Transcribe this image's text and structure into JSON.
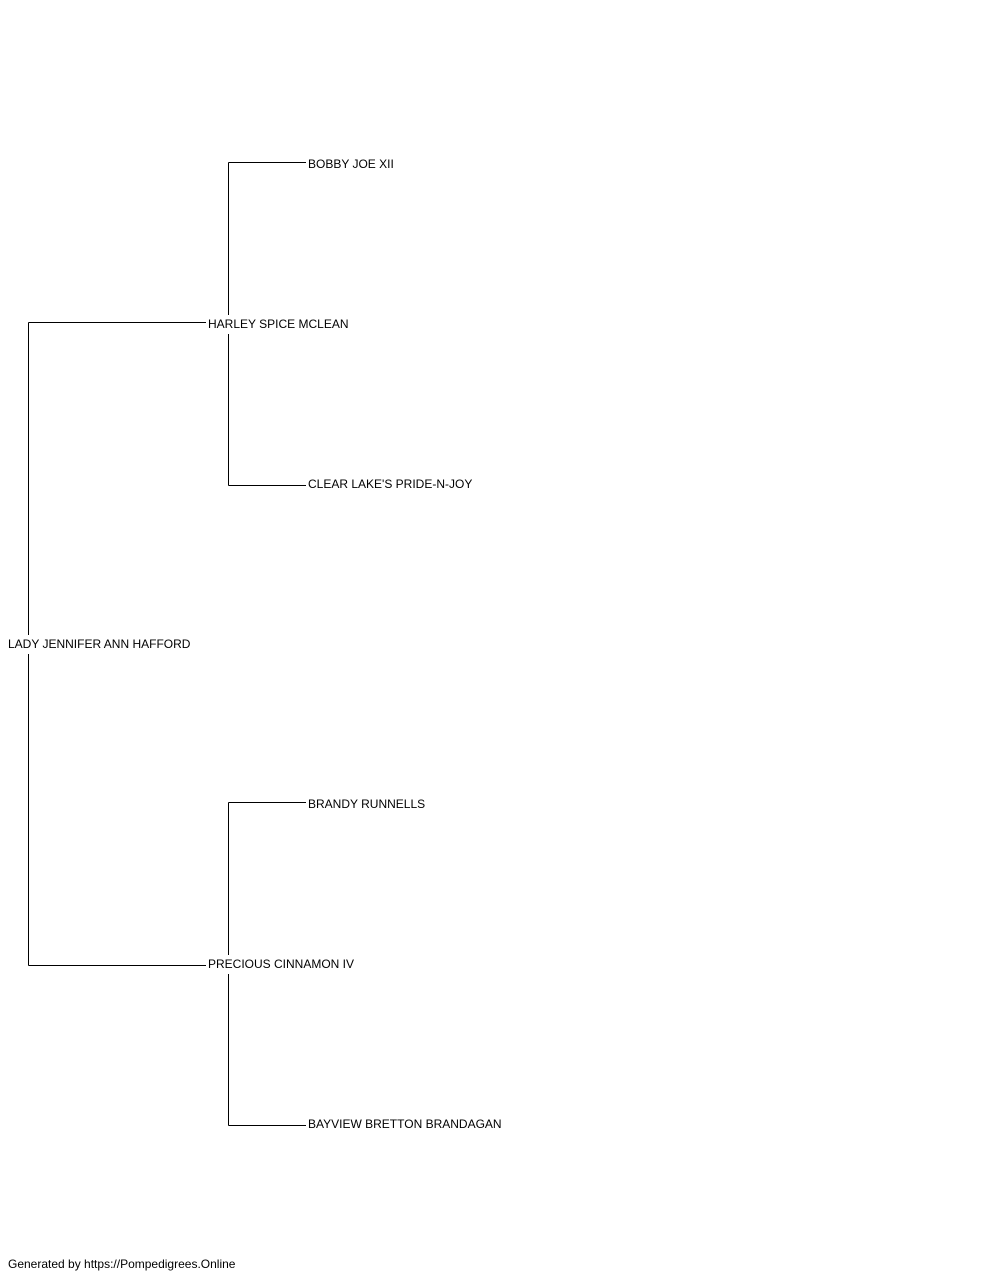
{
  "pedigree": {
    "subject": "LADY JENNIFER ANN HAFFORD",
    "sire": "HARLEY SPICE MCLEAN",
    "dam": "PRECIOUS CINNAMON IV",
    "sire_sire": "BOBBY JOE XII",
    "sire_dam": "CLEAR LAKE'S PRIDE-N-JOY",
    "dam_sire": "BRANDY RUNNELLS",
    "dam_dam": "BAYVIEW BRETTON BRANDAGAN"
  },
  "footer": {
    "text": "Generated by https://Pompedigrees.Online"
  },
  "colors": {
    "line": "#000000",
    "text": "#000000",
    "background": "#ffffff"
  }
}
